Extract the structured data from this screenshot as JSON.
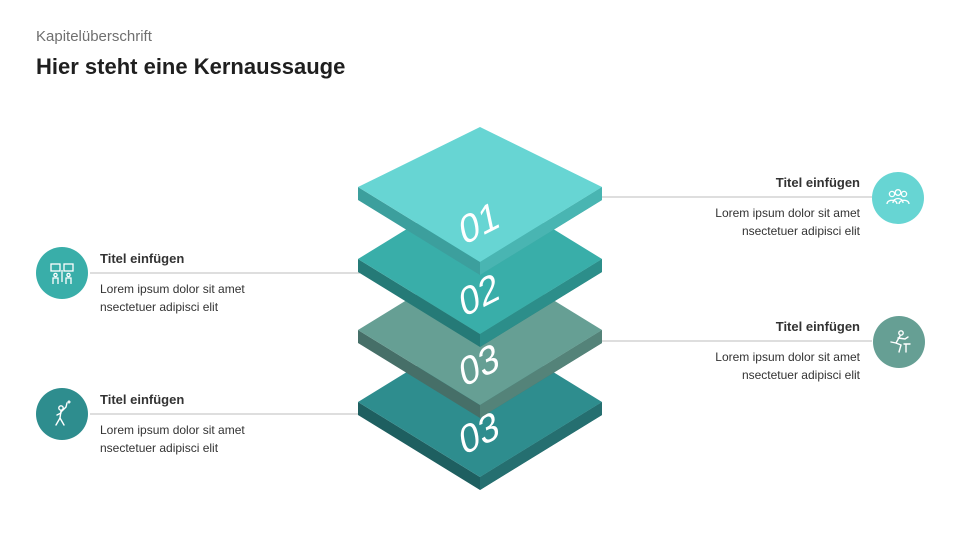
{
  "header": {
    "kicker": "Kapitelüberschrift",
    "headline": "Hier steht eine Kernaussauge"
  },
  "layers": [
    {
      "number": "01",
      "color": "#67d5d3"
    },
    {
      "number": "02",
      "color": "#39aea9"
    },
    {
      "number": "03",
      "color": "#669f94"
    },
    {
      "number": "03",
      "color": "#2e8d8e"
    }
  ],
  "callouts": [
    {
      "title": "Titel einfügen",
      "line1": "Lorem ipsum dolor sit amet",
      "line2": "nsectetuer adipisci elit",
      "icon": "people-group-icon",
      "color": "#67d5d3"
    },
    {
      "title": "Titel einfügen",
      "line1": "Lorem ipsum dolor sit amet",
      "line2": "nsectetuer adipisci elit",
      "icon": "presentation-icon",
      "color": "#39aea9"
    },
    {
      "title": "Titel einfügen",
      "line1": "Lorem ipsum dolor sit amet",
      "line2": "nsectetuer adipisci elit",
      "icon": "hurdle-runner-icon",
      "color": "#669f94"
    },
    {
      "title": "Titel einfügen",
      "line1": "Lorem ipsum dolor sit amet",
      "line2": "nsectetuer adipisci elit",
      "icon": "climber-icon",
      "color": "#2e8d8e"
    }
  ]
}
